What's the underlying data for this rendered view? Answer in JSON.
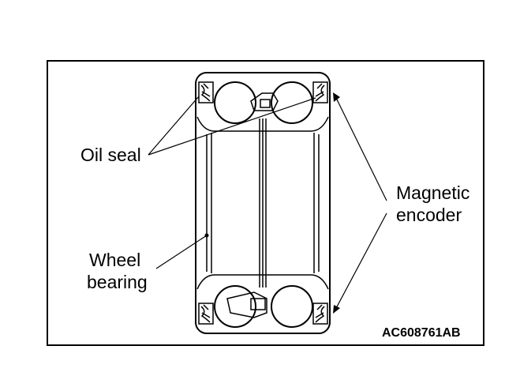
{
  "labels": {
    "oil_seal": "Oil seal",
    "magnetic_encoder_line1": "Magnetic",
    "magnetic_encoder_line2": "encoder",
    "wheel_bearing_line1": "Wheel",
    "wheel_bearing_line2": "bearing"
  },
  "figure_code": "AC608761AB",
  "colors": {
    "stroke": "#000000",
    "background": "#ffffff"
  }
}
